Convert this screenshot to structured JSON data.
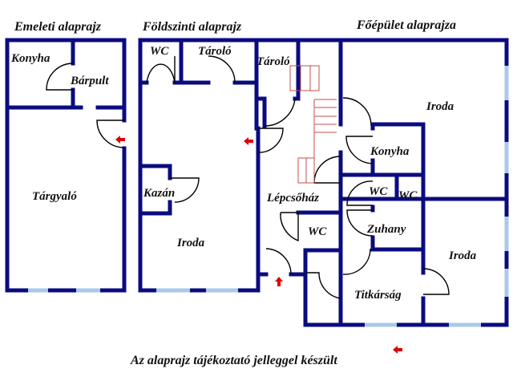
{
  "titles": {
    "upper_floor": "Emeleti alaprajz",
    "ground_floor": "Földszinti alaprajz",
    "main_building": "Főépület alaprajza"
  },
  "rooms": {
    "upper_kitchen": "Konyha",
    "bar": "Bárpult",
    "meeting": "Tárgyaló",
    "ground_wc": "WC",
    "ground_storage": "Tároló",
    "storage2": "Tároló",
    "boiler": "Kazán",
    "ground_office": "Iroda",
    "staircase": "Lépcsőház",
    "stair_wc": "WC",
    "main_office_top": "Iroda",
    "main_kitchen": "Konyha",
    "wc_a": "WC",
    "wc_b": "WC",
    "shower": "Zuhany",
    "main_office_right": "Iroda",
    "secretariat": "Titkárság"
  },
  "footnote": "Az alaprajz tájékoztató jelleggel készült",
  "colors": {
    "wall": "#0b0b80",
    "window": "#a9c9ea",
    "arrow": "#e00000",
    "stair": "#c0504d"
  }
}
